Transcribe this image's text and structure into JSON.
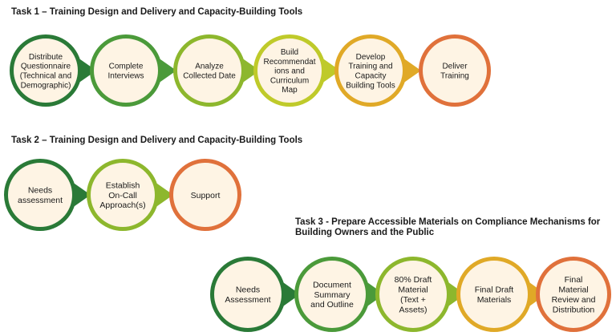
{
  "colors": {
    "dark_green": "#2a7a37",
    "mid_green": "#4b9a3a",
    "light_green": "#8db72d",
    "yellow_green": "#bfca2a",
    "yellow": "#e0a927",
    "orange": "#e0713b",
    "circle_fill": "#fef4e4"
  },
  "task1": {
    "title": "Task 1 – Training Design and Delivery and Capacity-Building Tools",
    "steps": [
      {
        "lines": [
          "Distribute",
          "Questionnaire",
          "(Technical and",
          "Demographic)"
        ],
        "color": "dark_green"
      },
      {
        "lines": [
          "Complete",
          "Interviews"
        ],
        "color": "mid_green"
      },
      {
        "lines": [
          "Analyze",
          "Collected Date"
        ],
        "color": "light_green"
      },
      {
        "lines": [
          "Build",
          "Recommendat",
          "ions and",
          "Curriculum",
          "Map"
        ],
        "color": "yellow_green"
      },
      {
        "lines": [
          "Develop",
          "Training and",
          "Capacity",
          "Building Tools"
        ],
        "color": "yellow"
      },
      {
        "lines": [
          "Deliver",
          "Training"
        ],
        "color": "orange"
      }
    ]
  },
  "task2": {
    "title": "Task 2 – Training Design and Delivery and Capacity-Building Tools",
    "steps": [
      {
        "lines": [
          "Needs",
          "assessment"
        ],
        "color": "dark_green"
      },
      {
        "lines": [
          "Establish",
          "On-Call",
          "Approach(s)"
        ],
        "color": "light_green"
      },
      {
        "lines": [
          "Support"
        ],
        "color": "orange"
      }
    ]
  },
  "task3": {
    "title": "Task 3 - Prepare Accessible Materials on Compliance Mechanisms for Building Owners and the Public",
    "steps": [
      {
        "lines": [
          "Needs",
          "Assessment"
        ],
        "color": "dark_green"
      },
      {
        "lines": [
          "Document",
          "Summary",
          "and Outline"
        ],
        "color": "mid_green"
      },
      {
        "lines": [
          "80% Draft",
          "Material",
          "(Text +",
          "Assets)"
        ],
        "color": "light_green"
      },
      {
        "lines": [
          "Final Draft",
          "Materials"
        ],
        "color": "yellow"
      },
      {
        "lines": [
          "Final",
          "Material",
          "Review and",
          "Distribution"
        ],
        "color": "orange"
      }
    ]
  }
}
